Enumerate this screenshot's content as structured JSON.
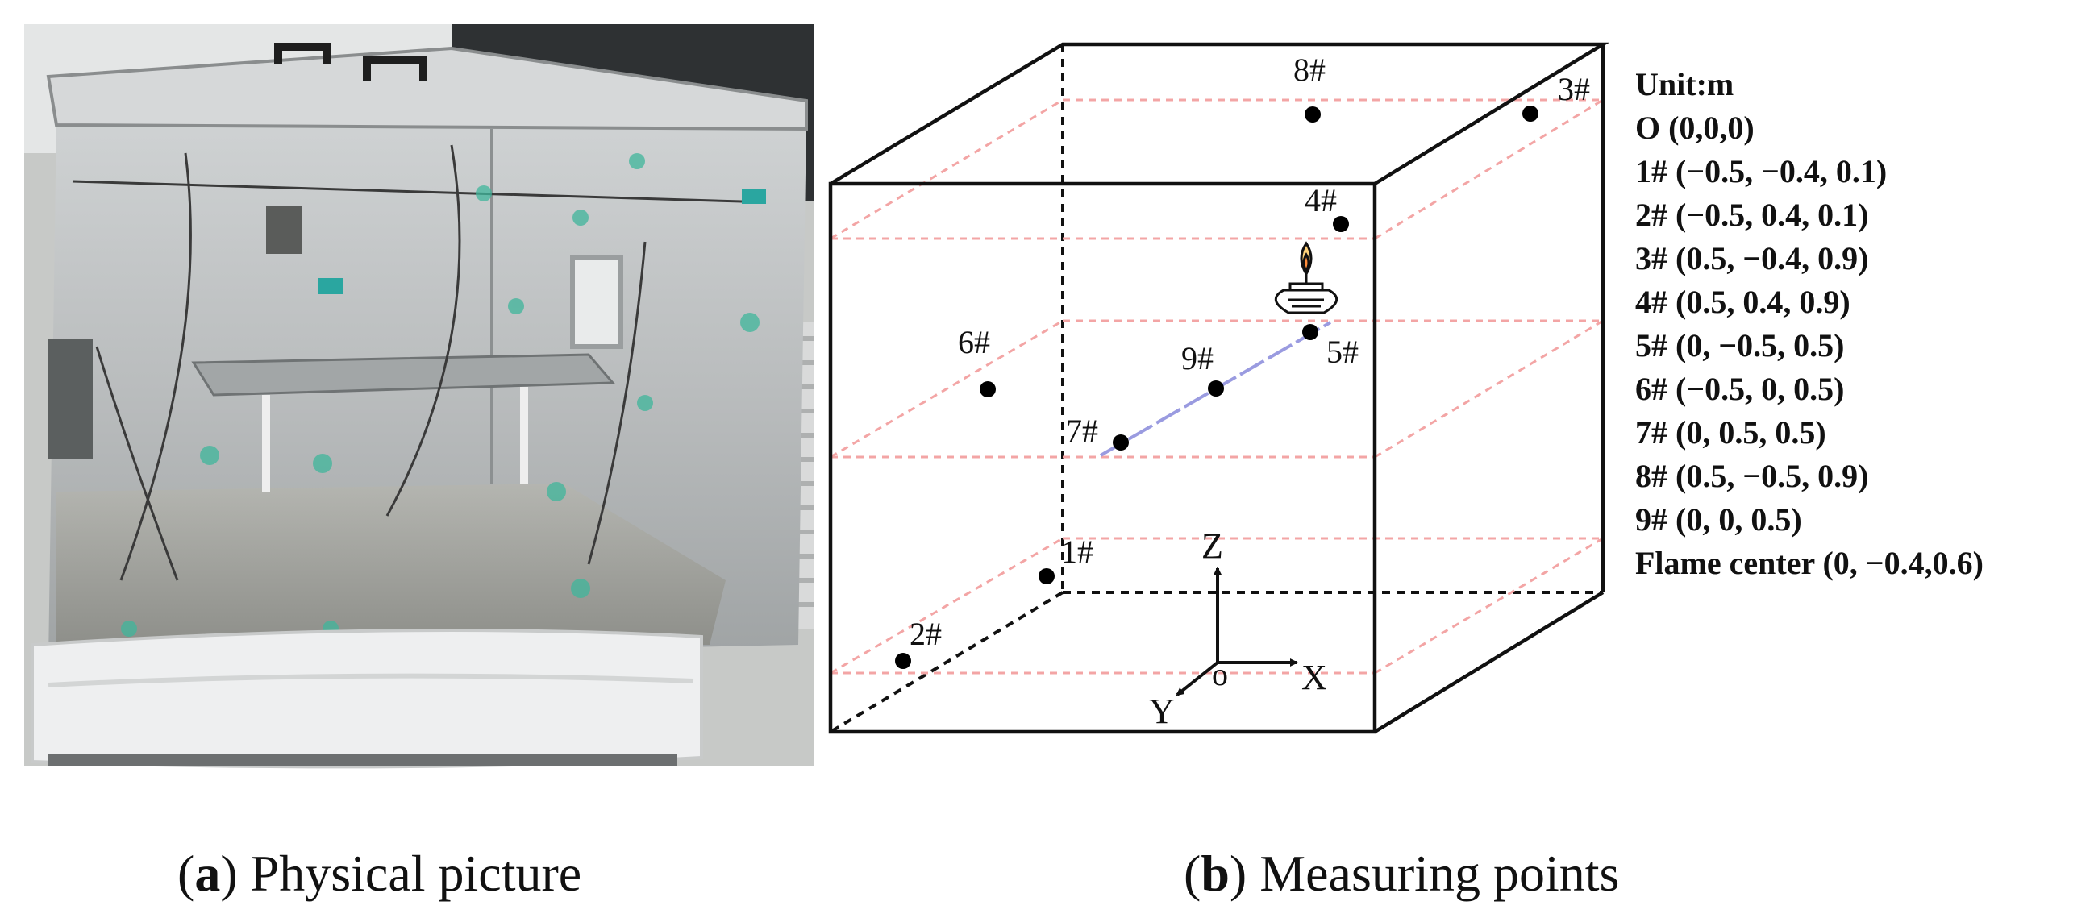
{
  "panel_a": {
    "caption_open": "(",
    "caption_letter": "a",
    "caption_text": ") Physical picture"
  },
  "panel_b": {
    "caption_open": "(",
    "caption_letter": "b",
    "caption_text": ") Measuring points",
    "axes": {
      "x": "X",
      "y": "Y",
      "z": "Z",
      "origin": "o"
    },
    "points": [
      {
        "id": "1#",
        "label": "1#"
      },
      {
        "id": "2#",
        "label": "2#"
      },
      {
        "id": "3#",
        "label": "3#"
      },
      {
        "id": "4#",
        "label": "4#"
      },
      {
        "id": "5#",
        "label": "5#"
      },
      {
        "id": "6#",
        "label": "6#"
      },
      {
        "id": "7#",
        "label": "7#"
      },
      {
        "id": "8#",
        "label": "8#"
      },
      {
        "id": "9#",
        "label": "9#"
      }
    ],
    "legend": [
      "Unit:m",
      "O (0,0,0)",
      "1# (−0.5, −0.4, 0.1)",
      "2# (−0.5, 0.4, 0.1)",
      "3# (0.5, −0.4, 0.9)",
      "4# (0.5, 0.4, 0.9)",
      "5# (0, −0.5, 0.5)",
      "6# (−0.5, 0, 0.5)",
      "7# (0, 0.5, 0.5)",
      "8# (0.5, −0.5, 0.9)",
      "9# (0, 0, 0.5)",
      "Flame center (0, −0.4,0.6)"
    ]
  }
}
